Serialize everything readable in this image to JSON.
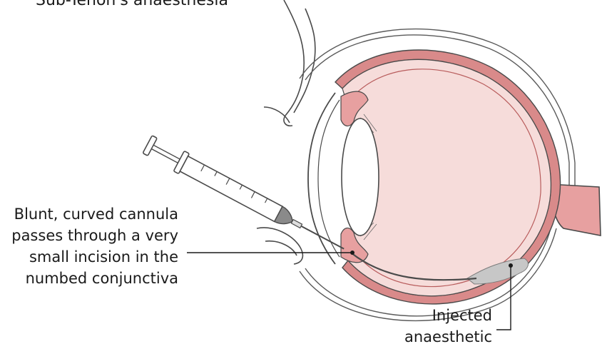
{
  "title": "Sub-Tenon's anaesthesia",
  "labels": {
    "cannula": [
      "Blunt, curved cannula",
      "passes through a very",
      "small incision in the",
      "numbed conjunctiva"
    ],
    "injected": [
      "Injected",
      "anaesthetic"
    ]
  },
  "colors": {
    "outline": "#4a4a4a",
    "sclera_pink": "#d98a8a",
    "interior_pink": "#f6dcda",
    "iris_pink": "#e7a0a0",
    "anaesthetic_grey": "#c7c7c7",
    "background": "#ffffff"
  }
}
